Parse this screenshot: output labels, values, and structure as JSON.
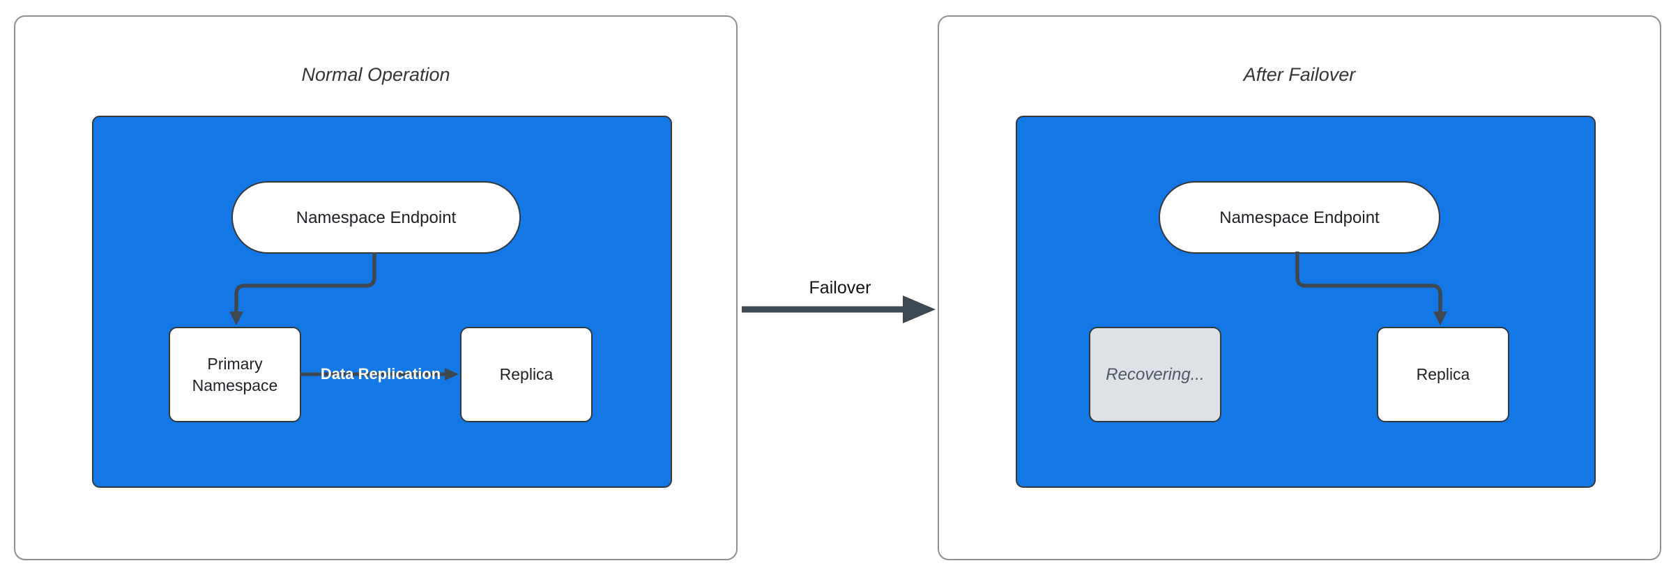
{
  "colors": {
    "accent-blue": "#1378e5",
    "panel-border": "#8f8f8f",
    "node-border": "#33383d",
    "connector": "#3e4851",
    "node-text": "#1e2125",
    "muted-fill": "#dee1e5",
    "muted-text": "#4f5963"
  },
  "left_panel": {
    "title": "Normal Operation",
    "endpoint": "Namespace Endpoint",
    "primary": "Primary Namespace",
    "replication_label": "Data Replication",
    "replica": "Replica"
  },
  "failover_arrow": {
    "label": "Failover"
  },
  "right_panel": {
    "title": "After Failover",
    "endpoint": "Namespace Endpoint",
    "recovering": "Recovering...",
    "replica": "Replica"
  }
}
